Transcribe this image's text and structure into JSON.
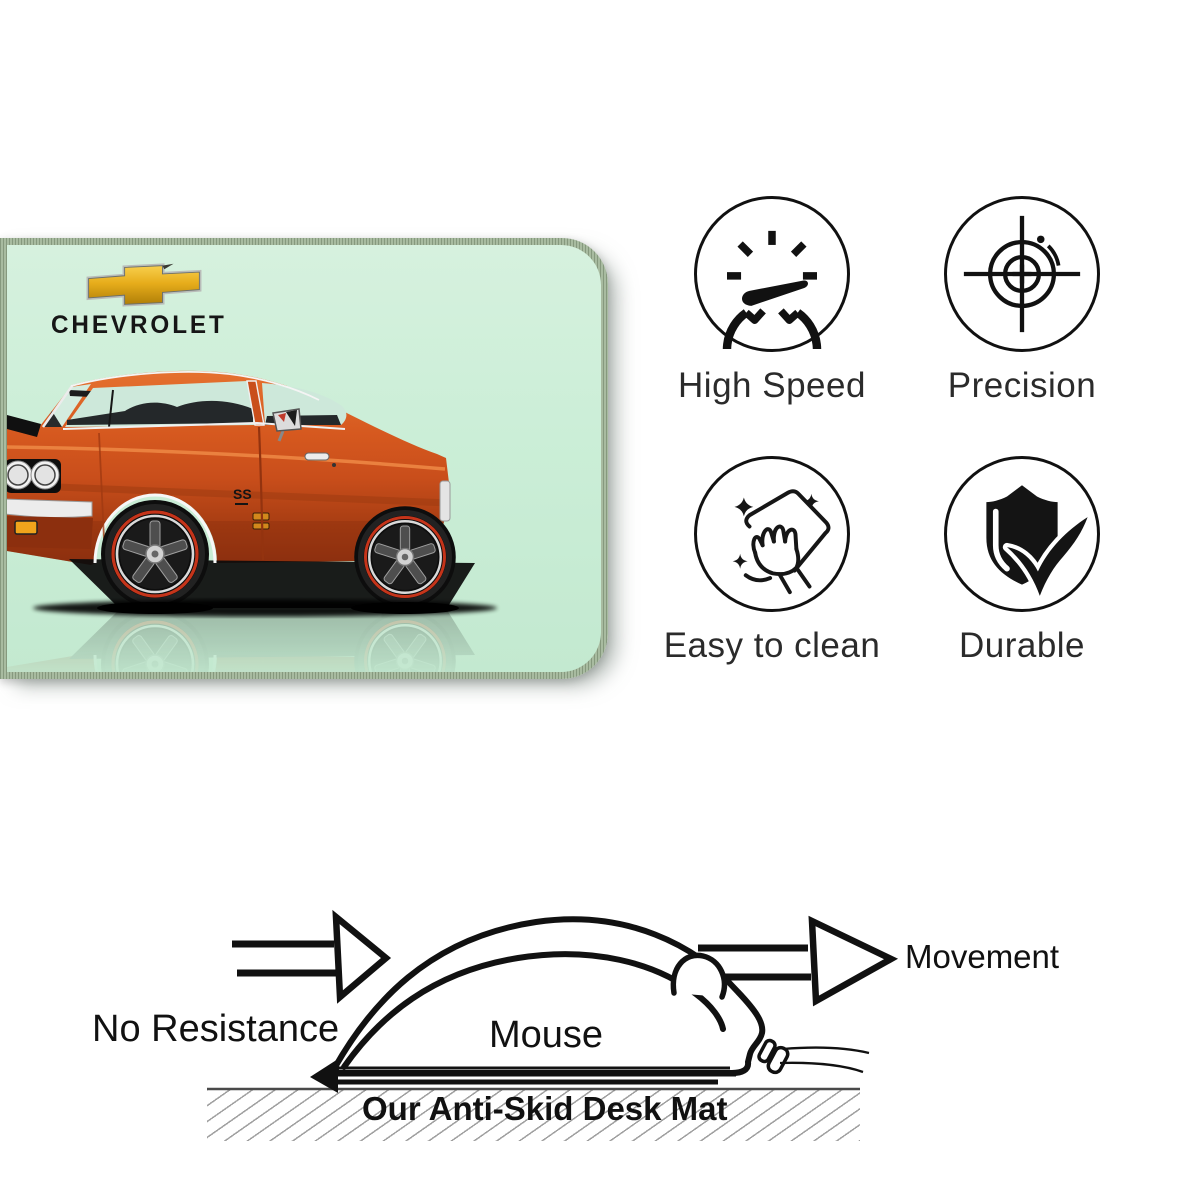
{
  "product": {
    "brand_name": "CHEVROLET",
    "car_badge": "SS",
    "mat_color": "#cbeed7",
    "mat_edge_color": "#94a98f",
    "car_color": "#cc4f1d",
    "bowtie_gold": "#e7ad1b"
  },
  "features": [
    {
      "icon": "speedometer-icon",
      "label": "High Speed"
    },
    {
      "icon": "crosshair-icon",
      "label": "Precision"
    },
    {
      "icon": "wiping-hand-icon",
      "label": "Easy to clean"
    },
    {
      "icon": "shield-check-icon",
      "label": "Durable"
    }
  ],
  "diagram": {
    "no_resistance_label": "No Resistance",
    "mouse_label": "Mouse",
    "movement_label": "Movement",
    "caption": "Our Anti-Skid Desk Mat"
  },
  "colors": {
    "ink": "#141414"
  }
}
